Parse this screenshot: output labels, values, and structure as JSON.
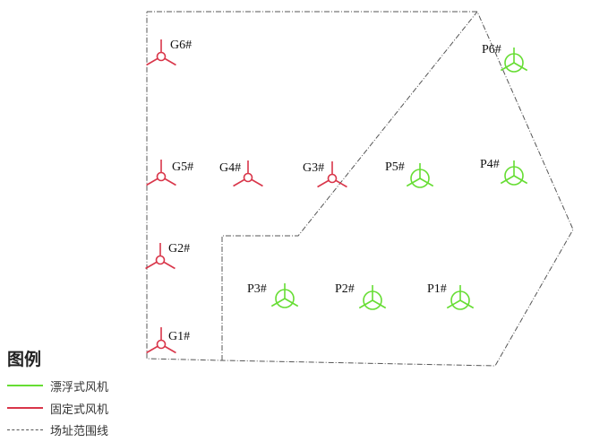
{
  "colors": {
    "floating": "#66dd33",
    "fixed": "#d9364a",
    "boundary": "#555555"
  },
  "legend": {
    "title": "图例",
    "items": [
      {
        "label": "漂浮式风机",
        "type": "floating"
      },
      {
        "label": "固定式风机",
        "type": "fixed"
      },
      {
        "label": "场址范围线",
        "type": "boundary"
      }
    ]
  },
  "turbines": {
    "fixed": [
      "G6#",
      "G5#",
      "G4#",
      "G3#",
      "G2#",
      "G1#"
    ],
    "floating": [
      "P6#",
      "P5#",
      "P4#",
      "P3#",
      "P2#",
      "P1#"
    ]
  }
}
